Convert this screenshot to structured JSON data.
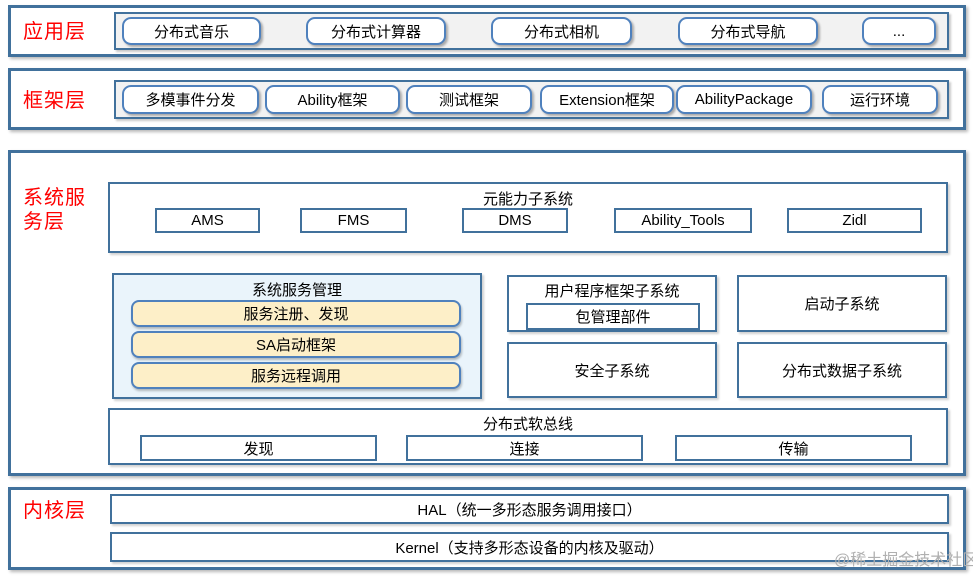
{
  "colors": {
    "section_border": "#41719c",
    "box_border": "#4f81bd",
    "label_red": "#ff0000",
    "tray_bg": "#f2f2f2",
    "mgmt_bg": "#eaf4fb",
    "pill_yellow": "#fdefc8",
    "watermark_gray": "#b0b0b0"
  },
  "app_layer": {
    "label": "应用层",
    "items": [
      "分布式音乐",
      "分布式计算器",
      "分布式相机",
      "分布式导航",
      "..."
    ]
  },
  "framework_layer": {
    "label": "框架层",
    "items": [
      "多模事件分发",
      "Ability框架",
      "测试框架",
      "Extension框架",
      "AbilityPackage",
      "运行环境"
    ]
  },
  "system_service_layer": {
    "label": "系统服务层",
    "meta_ability": {
      "title": "元能力子系统",
      "items": [
        "AMS",
        "FMS",
        "DMS",
        "Ability_Tools",
        "Zidl"
      ]
    },
    "service_mgmt": {
      "title": "系统服务管理",
      "items": [
        "服务注册、发现",
        "SA启动框架",
        "服务远程调用"
      ]
    },
    "app_framework": {
      "title": "用户程序框架子系统",
      "item": "包管理部件"
    },
    "startup": "启动子系统",
    "security": "安全子系统",
    "distributed_data": "分布式数据子系统",
    "softbus": {
      "title": "分布式软总线",
      "items": [
        "发现",
        "连接",
        "传输"
      ]
    }
  },
  "kernel_layer": {
    "label": "内核层",
    "items": [
      "HAL（统一多形态服务调用接口）",
      "Kernel（支持多形态设备的内核及驱动）"
    ]
  },
  "watermark": "@稀土掘金技术社区"
}
